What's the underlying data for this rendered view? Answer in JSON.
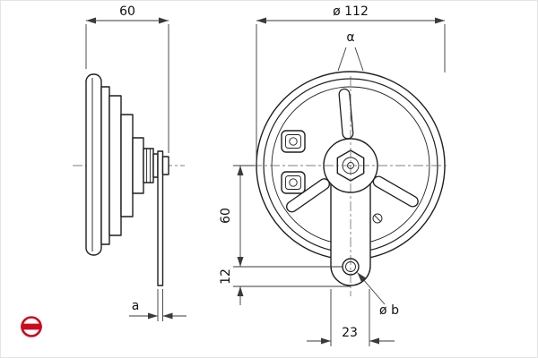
{
  "drawing_labels": {
    "side_width": "60",
    "front_diameter": "ø 112",
    "alpha": "α",
    "bracket_length": "60",
    "hole_offset": "12",
    "thickness_a": "a",
    "hole_diameter": "ø b",
    "hole_span": "23"
  },
  "colors": {
    "line": "#1f1f1f",
    "dimension": "#3a3a3a",
    "background": "#ffffff",
    "logo_red": "#cc0a1e"
  }
}
